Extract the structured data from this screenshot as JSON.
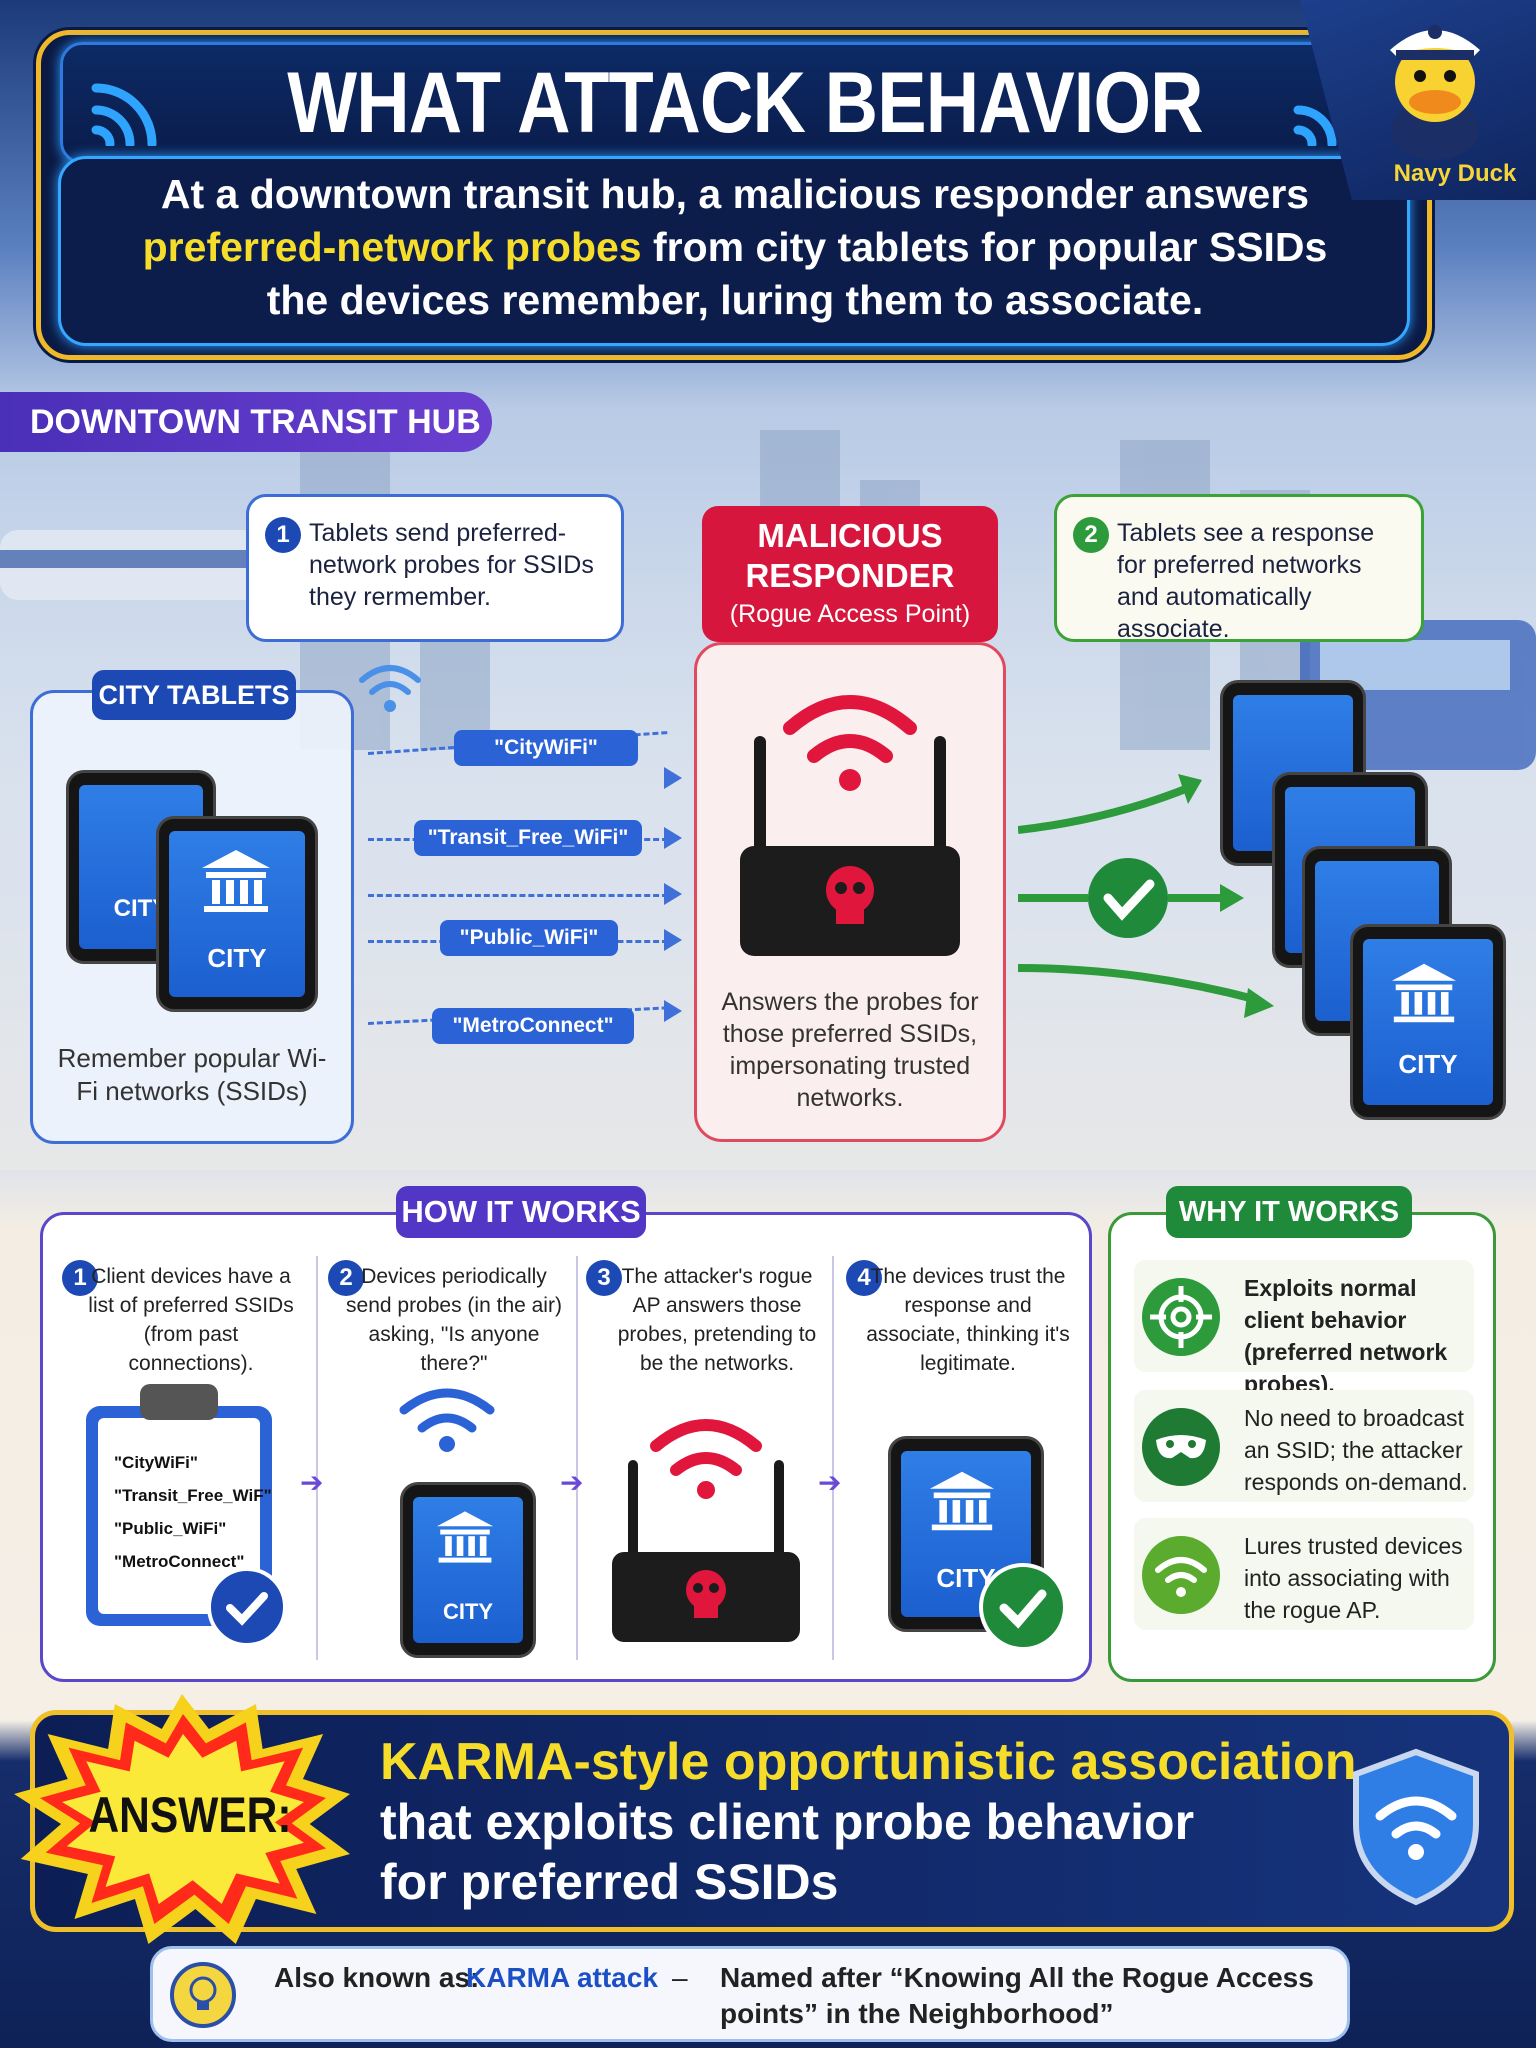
{
  "header": {
    "title": "WHAT ATTACK BEHAVIOR IS THIS?",
    "intro_before": "At a downtown transit hub, a malicious responder answers",
    "intro_highlight": "preferred-network probes",
    "intro_after": "from city tablets for popular SSIDs the devices remember, luring them to associate.",
    "mascot_label": "Navy Duck"
  },
  "scene": {
    "section_tag": "DOWNTOWN TRANSIT HUB",
    "callout1": {
      "number": "1",
      "text": "Tablets send preferred-network probes for SSIDs they rermember."
    },
    "callout2": {
      "number": "2",
      "text": "Tablets see a response for preferred networks and automatically associate."
    },
    "tablets_tag": "CITY TABLETS",
    "tablets_caption": "Remember popular Wi-Fi networks (SSIDs)",
    "tablet_label": "CITY",
    "ssids": [
      "\"CityWiFi\"",
      "\"Transit_Free_WiFi\"",
      "\"Public_WiFi\"",
      "\"MetroConnect\""
    ],
    "responder_title": "MALICIOUS RESPONDER",
    "responder_subtitle": "(Rogue Access Point)",
    "responder_caption": "Answers the probes for those preferred SSIDs, impersonating trusted networks."
  },
  "how": {
    "tag": "HOW IT WORKS",
    "steps": [
      {
        "number": "1",
        "text": "Client devices have a list of preferred SSIDs (from past connections)."
      },
      {
        "number": "2",
        "text": "Devices periodically send probes (in the air) asking, \"Is anyone there?\""
      },
      {
        "number": "3",
        "text": "The attacker's rogue AP answers those probes, pretending to be the networks."
      },
      {
        "number": "4",
        "text": "The devices trust the response and associate, thinking it's legitimate."
      }
    ],
    "clipboard": [
      "\"CityWiFi\"",
      "\"Transit_Free_WiF\"",
      "\"Public_WiFi\"",
      "\"MetroConnect\""
    ],
    "tablet_label": "CITY"
  },
  "why": {
    "tag": "WHY IT WORKS",
    "items": [
      {
        "icon": "target-icon",
        "text": "Exploits normal client behavior (preferred network probes)."
      },
      {
        "icon": "mask-icon",
        "text": "No need to broadcast an SSID; the attacker responds on-demand."
      },
      {
        "icon": "wifi-icon",
        "text": "Lures trusted devices into associating with the rogue AP."
      }
    ]
  },
  "answer": {
    "label": "ANSWER:",
    "line1": "KARMA-style opportunistic association",
    "line2": "that exploits client probe behavior",
    "line3": "for preferred SSIDs"
  },
  "aka": {
    "prefix": "Also known as:",
    "name": "KARMA attack",
    "dash": "–",
    "explanation": "Named after “Knowing All the Rogue Access points” in the Neighborhood”"
  },
  "colors": {
    "accent_blue": "#2b63d6",
    "danger_red": "#d7163d",
    "success_green": "#2d9a3b",
    "highlight_yellow": "#f6dd2a"
  }
}
